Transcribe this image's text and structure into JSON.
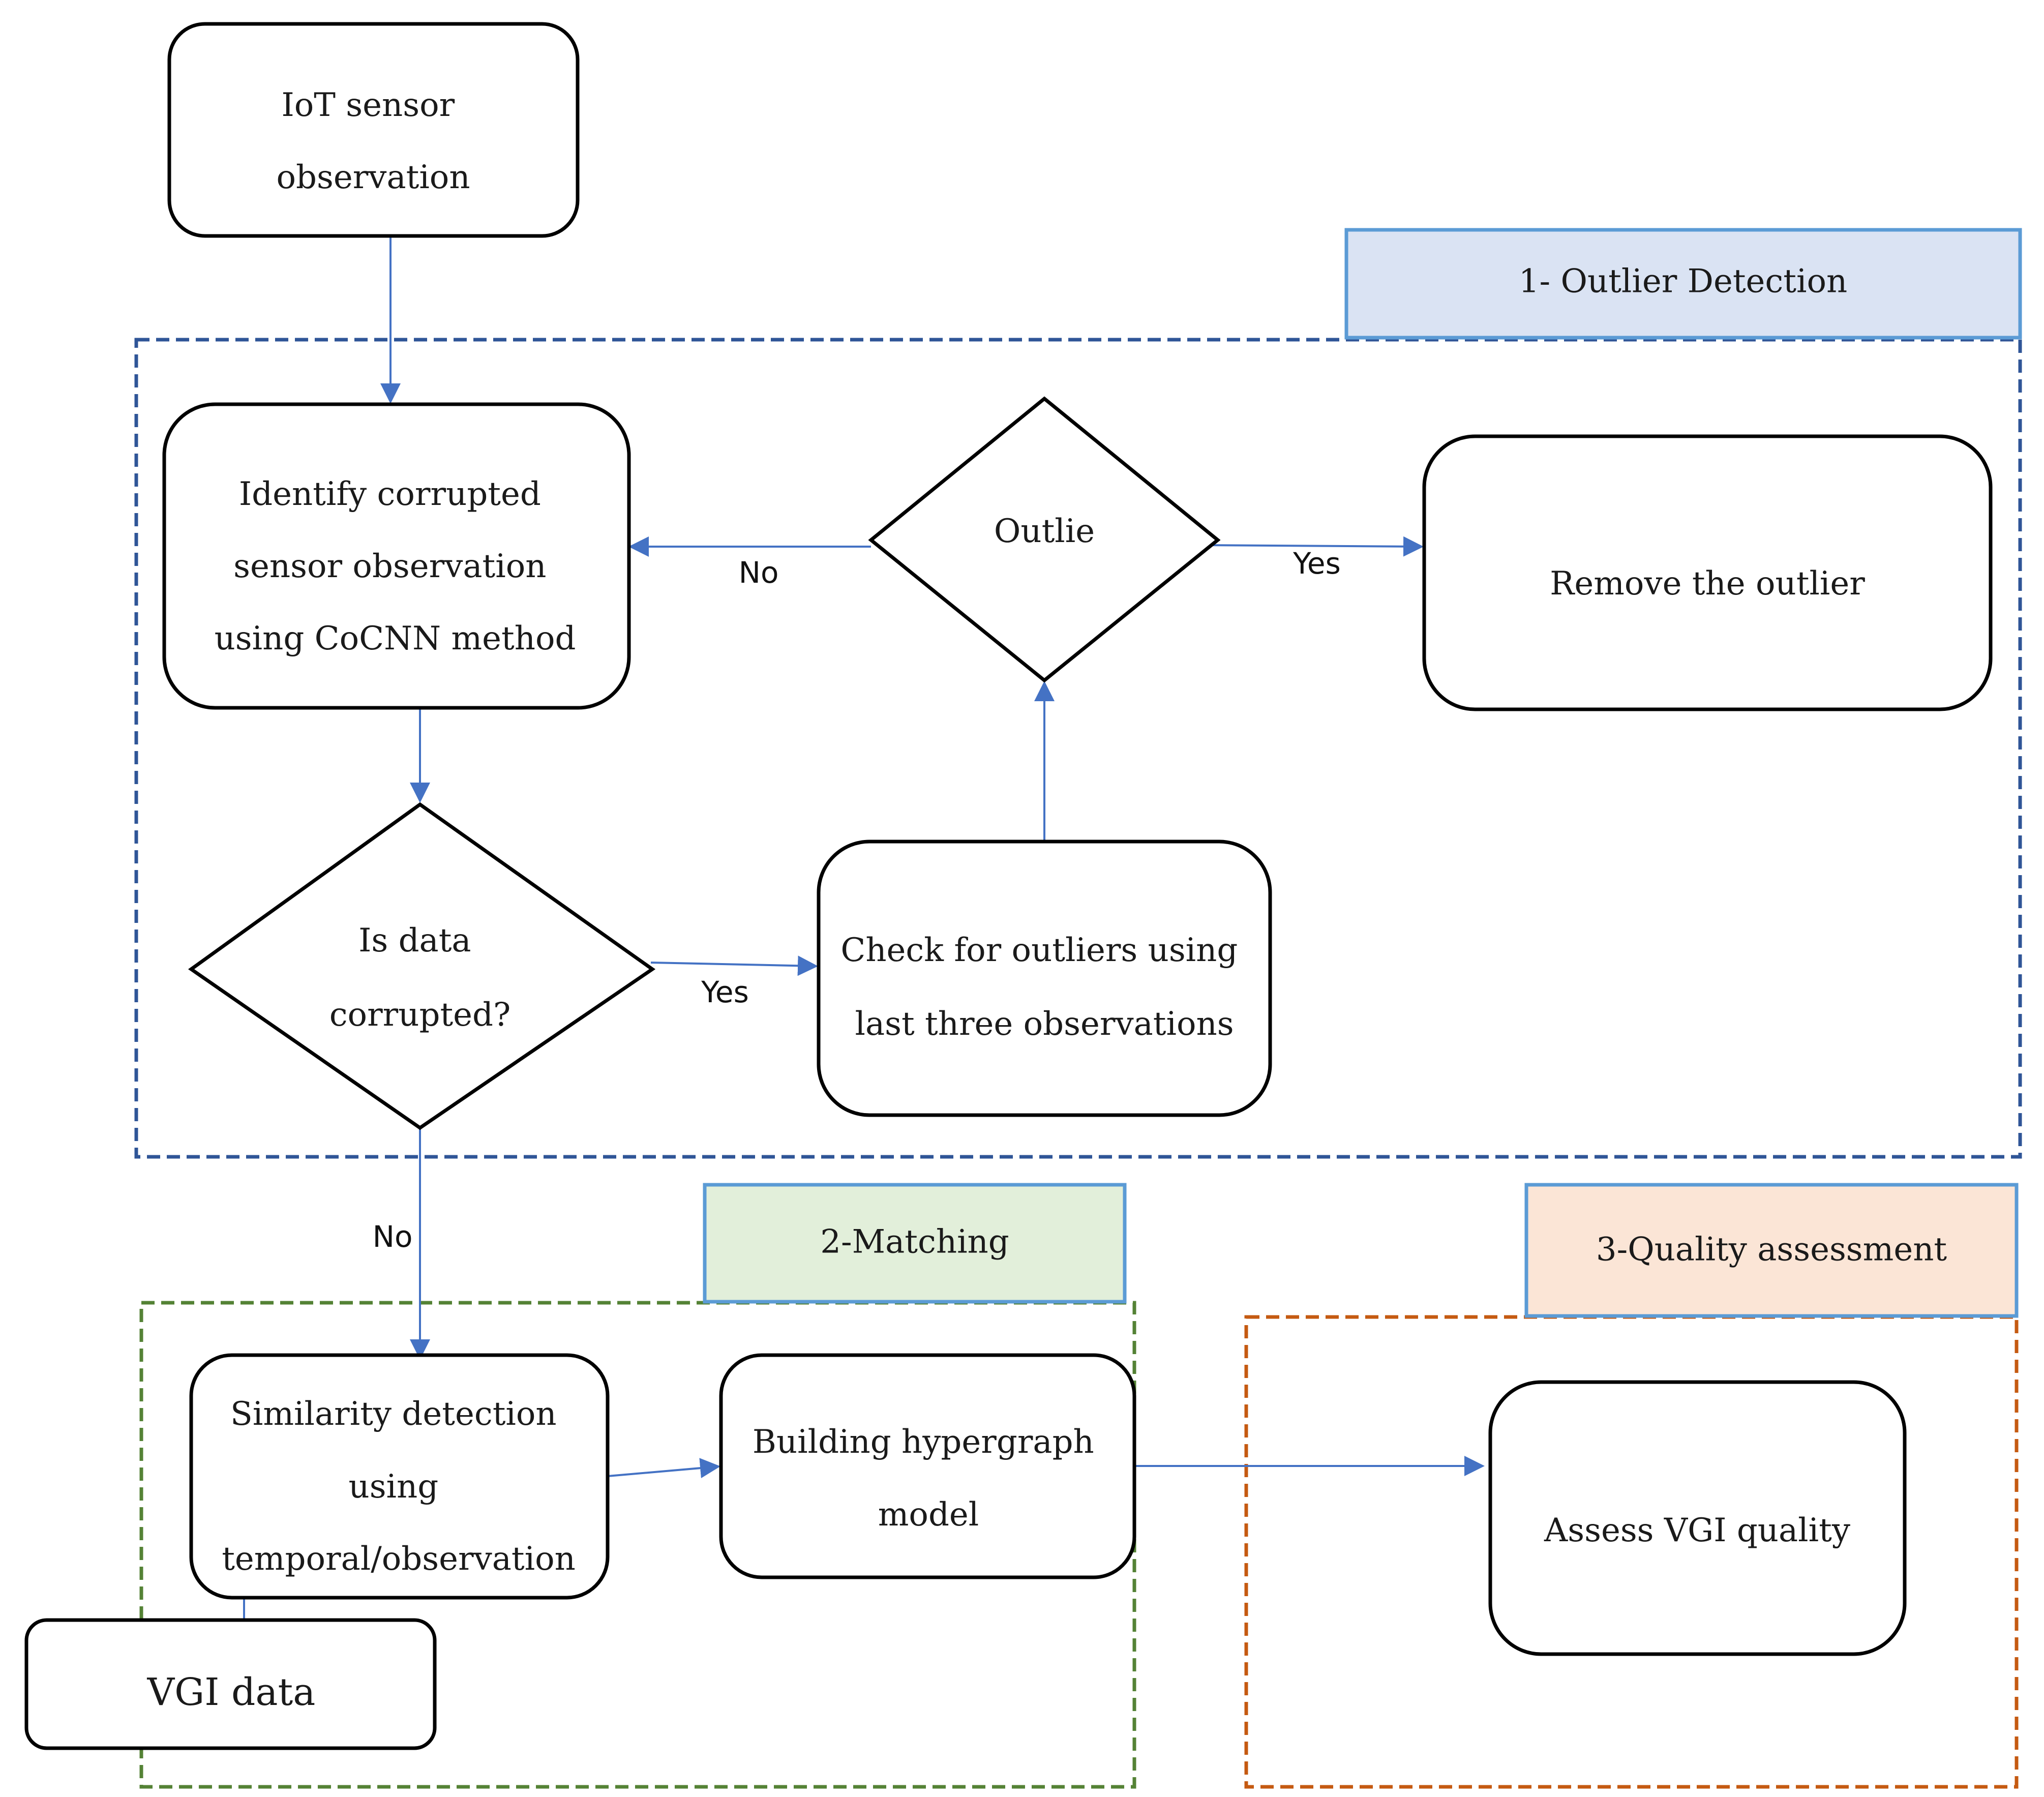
{
  "colors": {
    "arrow": "#4472c4",
    "outlier_region_border": "#2f5597",
    "outlier_label_fill": "#dae3f3",
    "matching_region_border": "#548235",
    "matching_label_fill": "#e2efda",
    "quality_region_border": "#c55a11",
    "quality_label_fill": "#fbe5d6",
    "label_border": "#5b9bd5"
  },
  "regions": {
    "outlier_detection": {
      "label": "1- Outlier Detection"
    },
    "matching": {
      "label": "2-Matching"
    },
    "quality_assessment": {
      "label": "3-Quality assessment"
    }
  },
  "nodes": {
    "iot_sensor": {
      "lines": [
        "IoT sensor",
        "observation"
      ]
    },
    "identify": {
      "lines": [
        "Identify corrupted",
        "sensor observation",
        "using CoCNN method"
      ]
    },
    "outlier_decision": {
      "lines": [
        "Outlie"
      ]
    },
    "remove_outlier": {
      "lines": [
        "Remove the outlier"
      ]
    },
    "corrupted_decision": {
      "lines": [
        "Is data",
        "corrupted?"
      ]
    },
    "check_outliers": {
      "lines": [
        "Check for outliers using",
        "last three observations"
      ]
    },
    "similarity": {
      "lines": [
        "Similarity detection",
        "using",
        "temporal/observation"
      ]
    },
    "hypergraph": {
      "lines": [
        "Building hypergraph",
        "model"
      ]
    },
    "vgi_data": {
      "lines": [
        "VGI data"
      ]
    },
    "assess_quality": {
      "lines": [
        "Assess VGI quality"
      ]
    }
  },
  "edge_labels": {
    "outlier_no": "No",
    "outlier_yes": "Yes",
    "corrupted_yes": "Yes",
    "corrupted_no": "No"
  }
}
